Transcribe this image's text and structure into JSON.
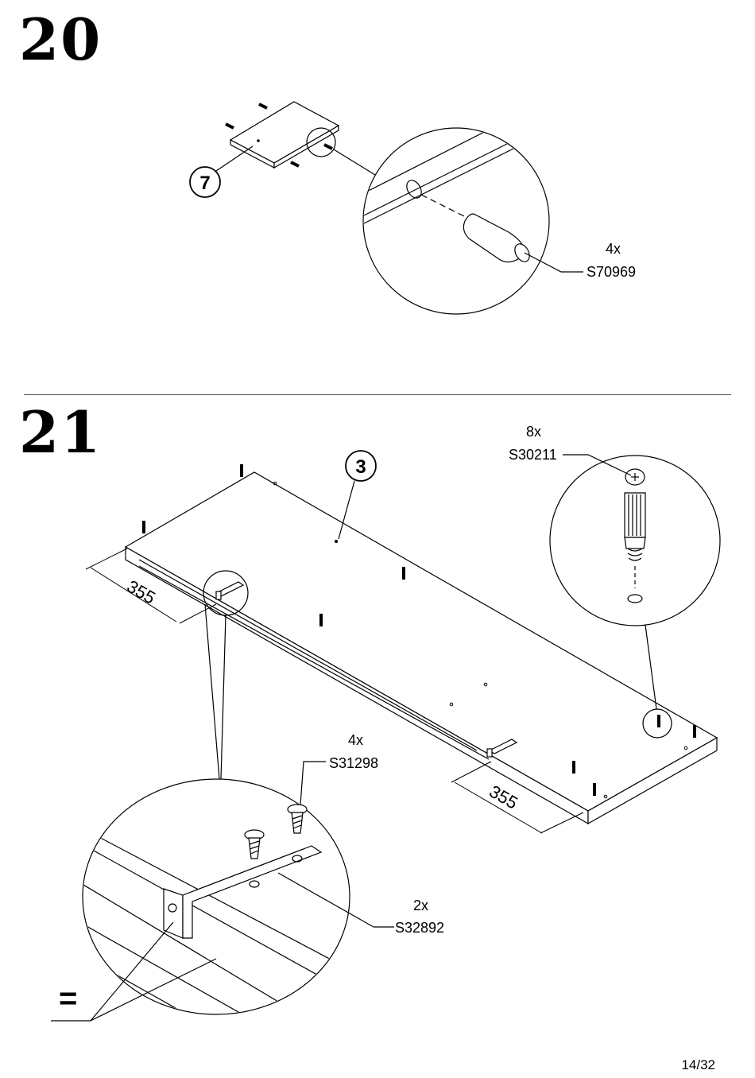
{
  "steps": [
    {
      "number": "20",
      "part_number": "7",
      "callouts": [
        {
          "quantity": "4x",
          "code": "S70969"
        }
      ]
    },
    {
      "number": "21",
      "part_number": "3",
      "dimensions": [
        "355",
        "355"
      ],
      "callouts": [
        {
          "quantity": "8x",
          "code": "S30211"
        },
        {
          "quantity": "4x",
          "code": "S31298"
        },
        {
          "quantity": "2x",
          "code": "S32892"
        }
      ],
      "equal_symbol": "="
    }
  ],
  "page_indicator": "14/32"
}
